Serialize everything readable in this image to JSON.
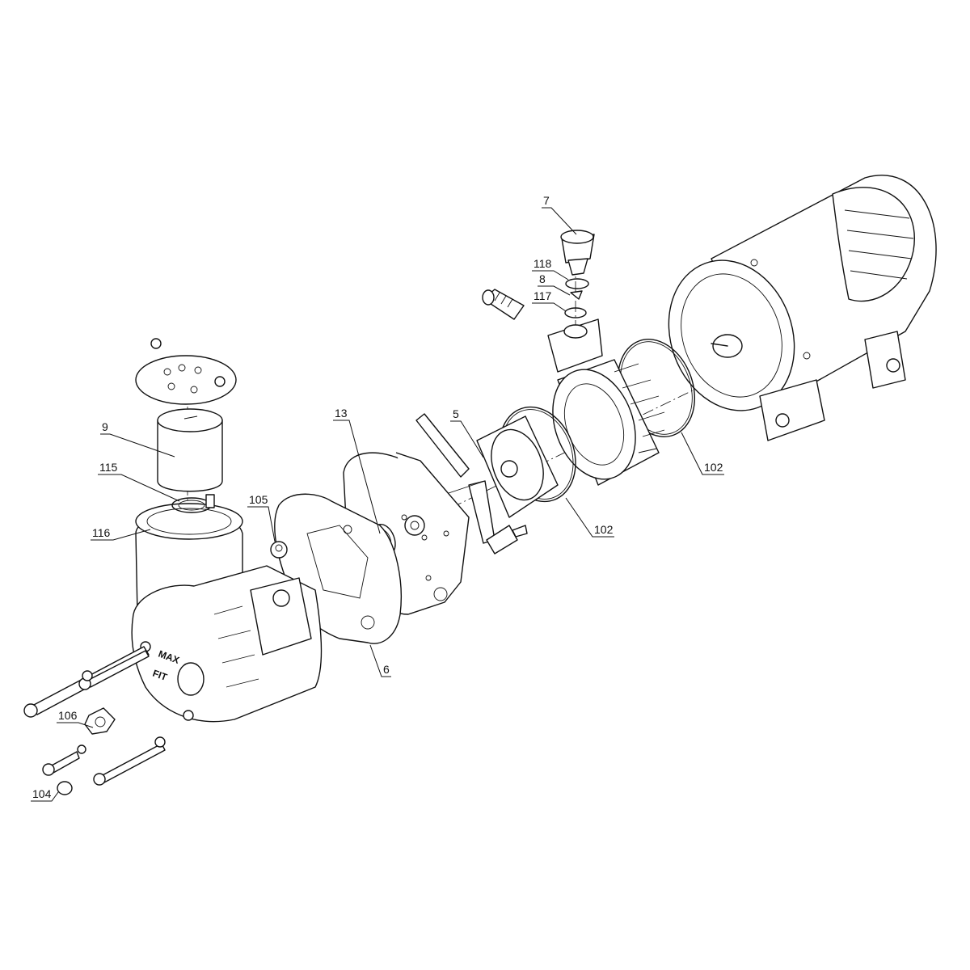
{
  "diagram": {
    "brand_text": [
      "MAX",
      "FIT"
    ],
    "callouts": [
      {
        "id": "7",
        "label": "7"
      },
      {
        "id": "118",
        "label": "118"
      },
      {
        "id": "8",
        "label": "8"
      },
      {
        "id": "117",
        "label": "117"
      },
      {
        "id": "5",
        "label": "5"
      },
      {
        "id": "13",
        "label": "13"
      },
      {
        "id": "9",
        "label": "9"
      },
      {
        "id": "115",
        "label": "115"
      },
      {
        "id": "116",
        "label": "116"
      },
      {
        "id": "105",
        "label": "105"
      },
      {
        "id": "6",
        "label": "6"
      },
      {
        "id": "102a",
        "label": "102"
      },
      {
        "id": "102b",
        "label": "102"
      },
      {
        "id": "106",
        "label": "106"
      },
      {
        "id": "104",
        "label": "104"
      }
    ]
  }
}
